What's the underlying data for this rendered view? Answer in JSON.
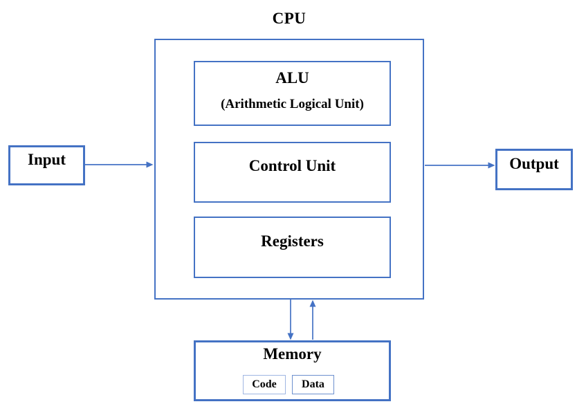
{
  "title": "CPU",
  "cpu": {
    "alu": {
      "title": "ALU",
      "subtitle": "(Arithmetic Logical Unit)"
    },
    "control_unit": {
      "label": "Control Unit"
    },
    "registers": {
      "label": "Registers"
    }
  },
  "input": {
    "label": "Input"
  },
  "output": {
    "label": "Output"
  },
  "memory": {
    "label": "Memory",
    "segments": [
      {
        "label": "Code"
      },
      {
        "label": "Data"
      }
    ]
  },
  "colors": {
    "box_border": "#4472C4",
    "arrow": "#4472C4",
    "code_border": "#9FB6E2",
    "data_border": "#6C8FCE",
    "text": "#000000",
    "background": "#FFFFFF"
  }
}
